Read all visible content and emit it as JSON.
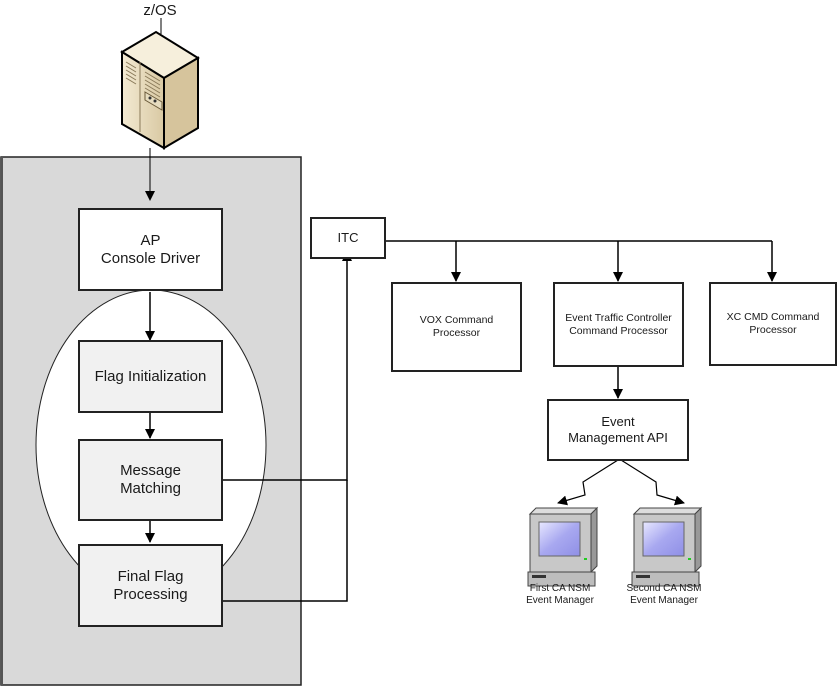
{
  "title": "z/OS",
  "nodes": {
    "ap_console_driver": [
      "AP",
      "Console Driver"
    ],
    "flag_initialization": [
      "Flag Initialization"
    ],
    "message_matching": [
      "Message",
      "Matching"
    ],
    "final_flag_processing": [
      "Final Flag",
      "Processing"
    ],
    "itc": [
      "ITC"
    ],
    "vox": [
      "VOX Command",
      "Processor"
    ],
    "etc": [
      "Event Traffic Controller",
      "Command Processor"
    ],
    "xc": [
      "XC CMD Command",
      "Processor"
    ],
    "event_api": [
      "Event",
      "Management API"
    ],
    "first_manager": [
      "First CA NSM",
      "Event Manager"
    ],
    "second_manager": [
      "Second CA NSM",
      "Event Manager"
    ]
  },
  "colors": {
    "container_bg": "#d9d9d9",
    "process_bg": "#f1f1f1",
    "stroke": "#222222",
    "server_body": "#ece2c8",
    "screen": "#a9a9f5"
  }
}
